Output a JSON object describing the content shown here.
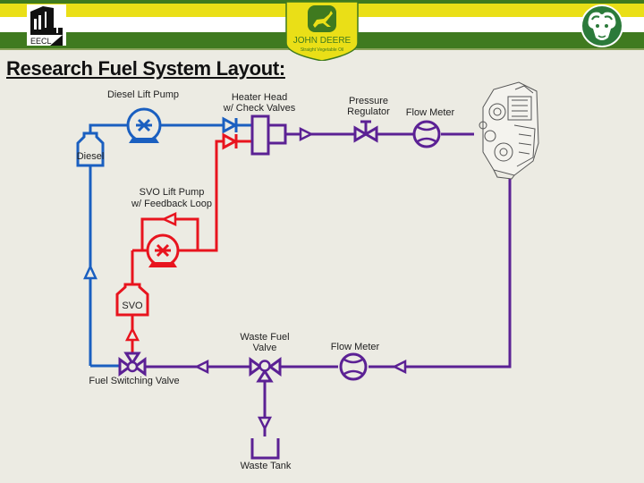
{
  "header": {
    "title": "Research Fuel System Layout:",
    "left_logo": {
      "name": "eecl-logo",
      "text": "EECL"
    },
    "center_logo": {
      "name": "john-deere-logo",
      "brand": "JOHN DEERE",
      "subtitle": "Straight Vegetable Oil"
    },
    "right_logo": {
      "name": "csu-ram-logo"
    },
    "colors": {
      "green": "#3f7a1f",
      "yellow": "#eadf17",
      "white": "#ffffff"
    }
  },
  "diagram": {
    "colors": {
      "diesel_line": "#1a5fc0",
      "svo_line": "#e8141e",
      "mixed_line": "#5b2194",
      "background": "#ecebe3"
    },
    "labels": {
      "diesel_lift_pump": "Diesel Lift Pump",
      "heater_head_1": "Heater Head",
      "heater_head_2": "w/ Check Valves",
      "pressure_regulator_1": "Pressure",
      "pressure_regulator_2": "Regulator",
      "flow_meter_top": "Flow Meter",
      "diesel_tank": "Diesel",
      "svo_lift_pump_1": "SVO Lift Pump",
      "svo_lift_pump_2": "w/ Feedback Loop",
      "svo_tank": "SVO",
      "waste_fuel_valve_1": "Waste Fuel",
      "waste_fuel_valve_2": "Valve",
      "flow_meter_bottom": "Flow Meter",
      "fuel_switching_valve": "Fuel Switching Valve",
      "waste_tank": "Waste Tank"
    }
  }
}
